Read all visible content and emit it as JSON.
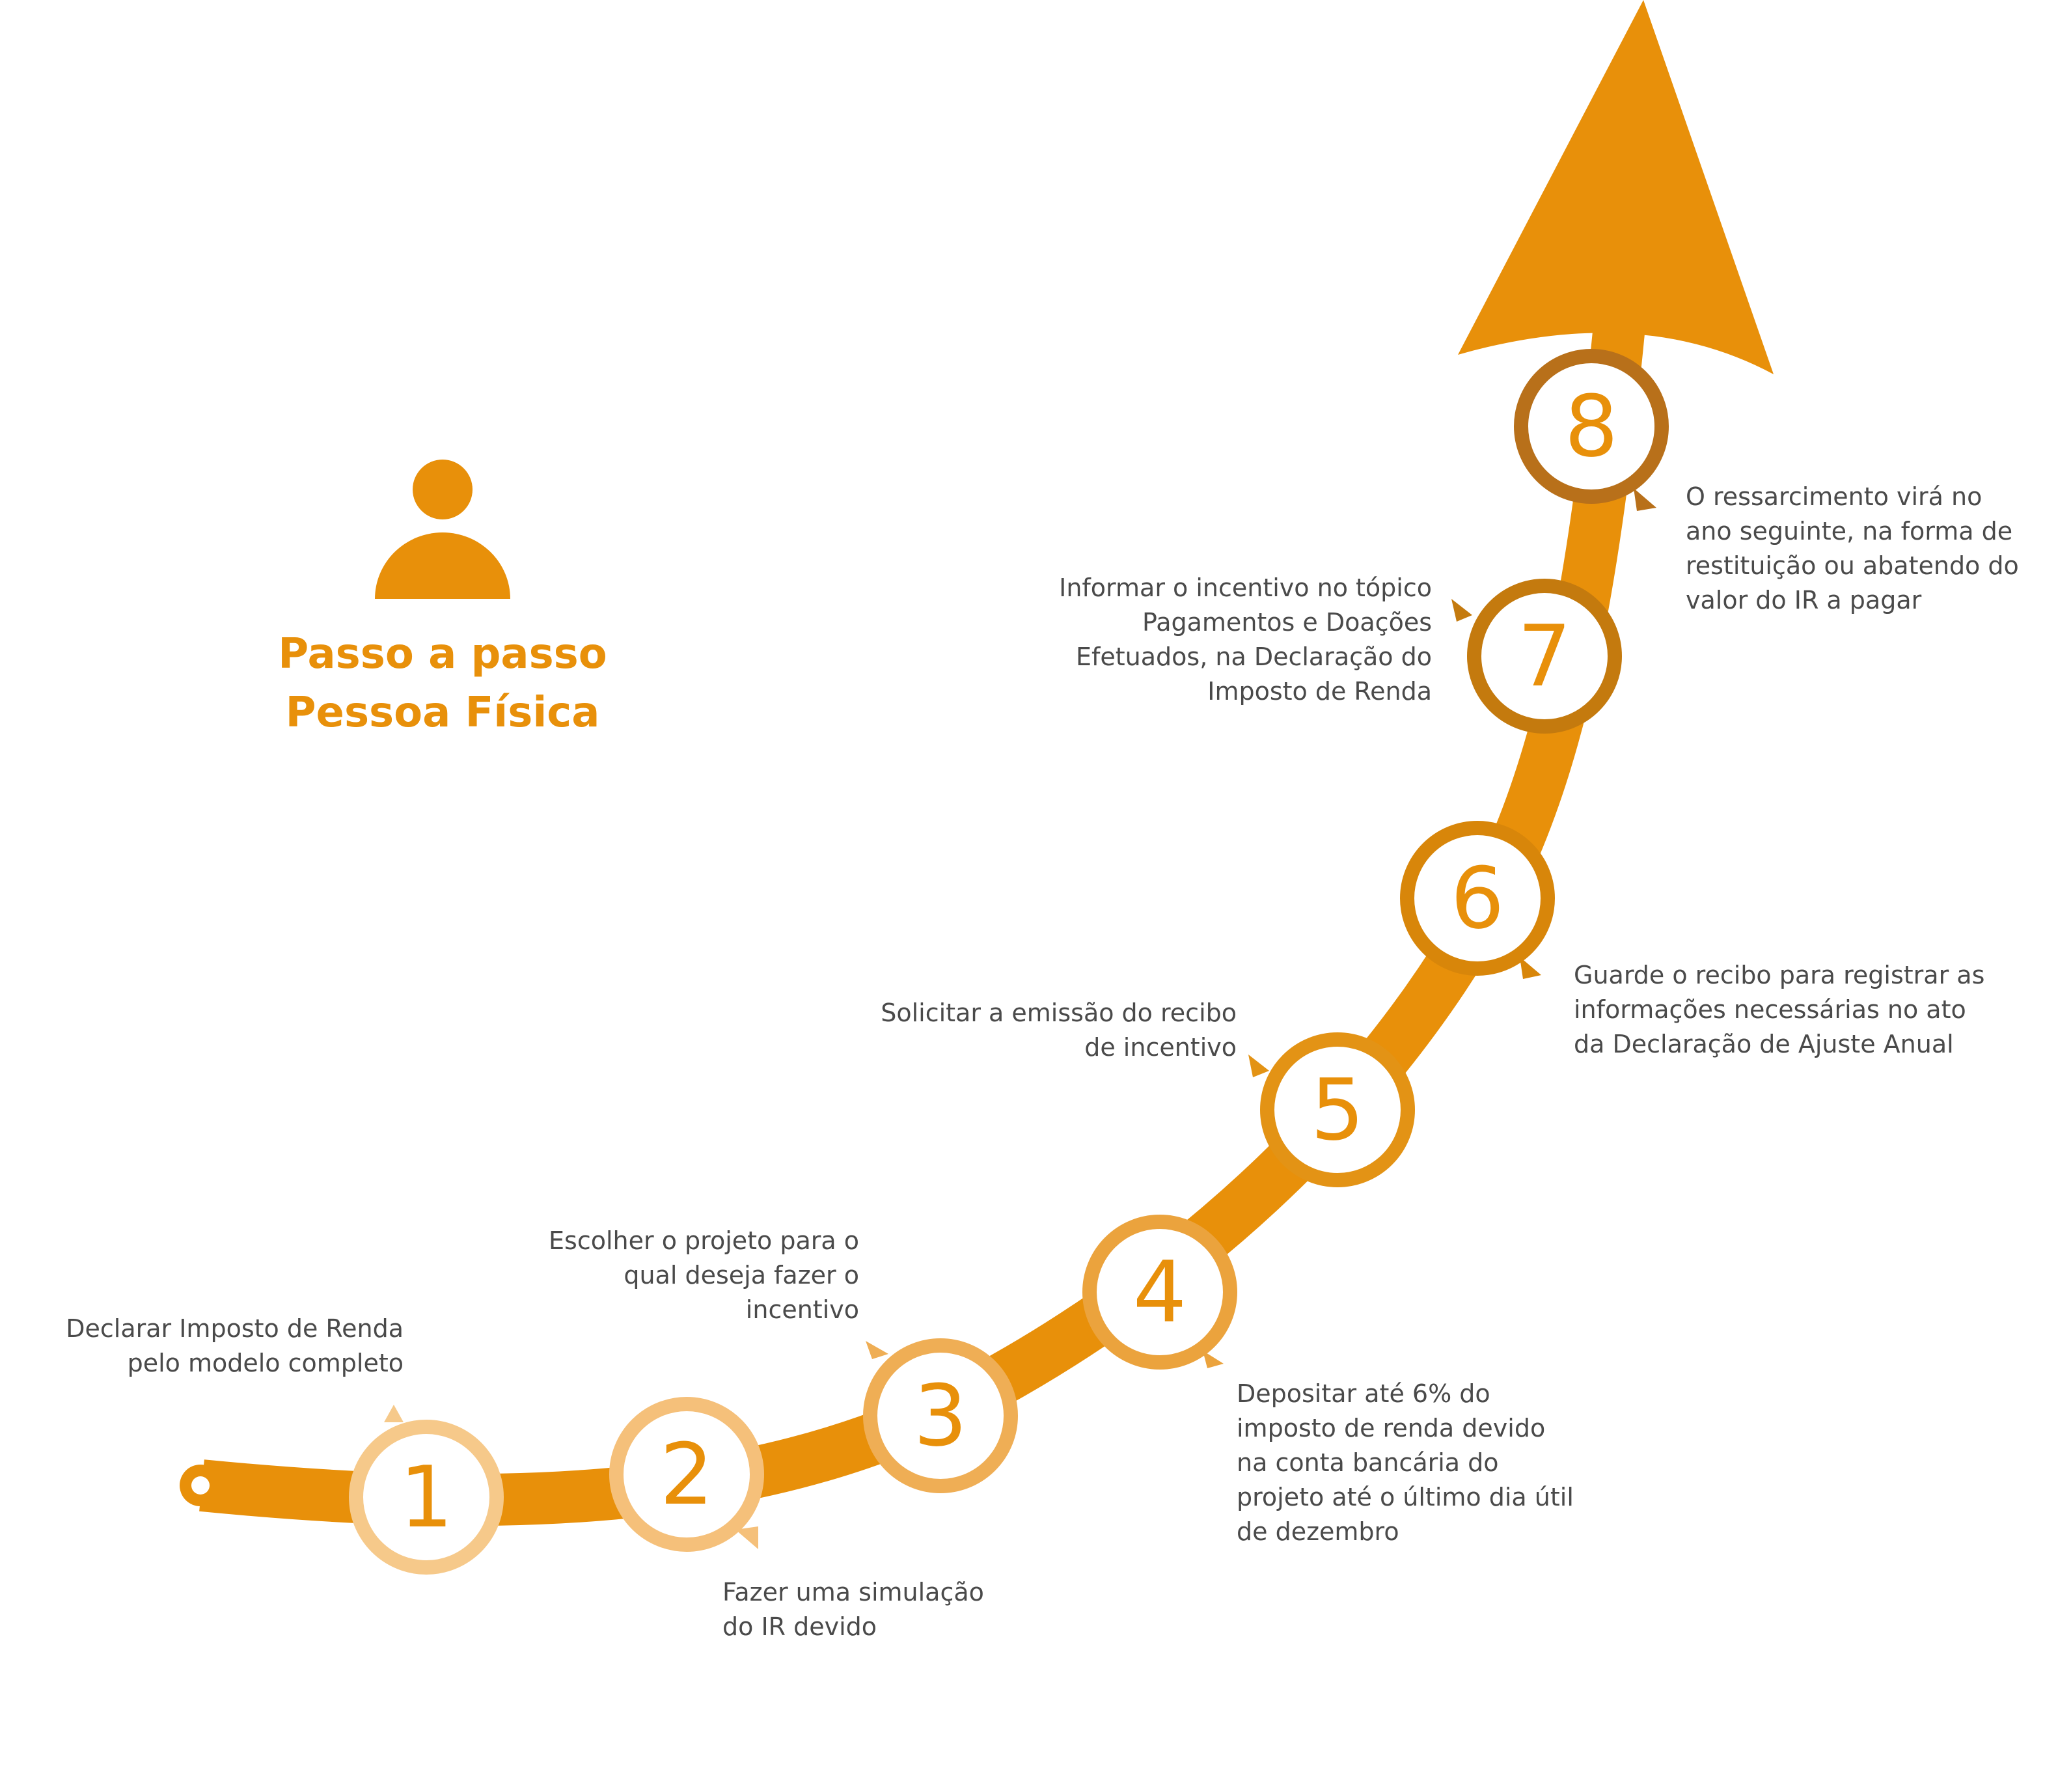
{
  "title": {
    "line1": "Passo a passo",
    "line2": "Pessoa Física"
  },
  "steps": [
    {
      "number": "1",
      "text": "Declarar Imposto de Renda\npelo modelo completo",
      "ring_color": "#F6C98A"
    },
    {
      "number": "2",
      "text": "Fazer uma simulação\ndo IR devido",
      "ring_color": "#F5C07A"
    },
    {
      "number": "3",
      "text": "Escolher o projeto para o\nqual deseja fazer o\nincentivo",
      "ring_color": "#EFAE55"
    },
    {
      "number": "4",
      "text": "Depositar até 6% do\nimposto de renda devido\nna conta bancária do\nprojeto até o último dia útil\nde dezembro",
      "ring_color": "#EBA33D"
    },
    {
      "number": "5",
      "text": "Solicitar a emissão do recibo\nde incentivo",
      "ring_color": "#E39315"
    },
    {
      "number": "6",
      "text": "Guarde o recibo para registrar as\ninformações necessárias no ato\nda Declaração de Ajuste Anual",
      "ring_color": "#D8860A"
    },
    {
      "number": "7",
      "text": "Informar o incentivo no tópico\nPagamentos e Doações\nEfetuados, na Declaração do\nImposto de Renda",
      "ring_color": "#C47A0E"
    },
    {
      "number": "8",
      "text": "O ressarcimento virá no\nano seguinte, na forma de\nrestituição ou abatendo do\nvalor do IR a pagar",
      "ring_color": "#B8701A"
    }
  ],
  "colors": {
    "path": "#E8900A",
    "number": "#E8900A",
    "text": "#4a4a4a",
    "icon": "#E8900A"
  }
}
